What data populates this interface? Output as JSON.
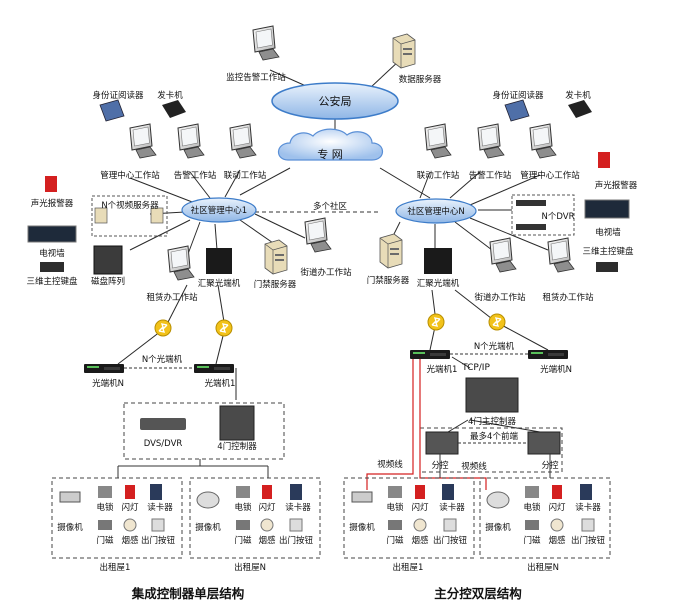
{
  "cloud_top": "公安局",
  "cloud_mid": "专 网",
  "top": {
    "monitor_station": "监控告警工作站",
    "data_server": "数据服务器"
  },
  "left_center": {
    "name": "社区管理中心1",
    "id_reader": "身份证阅读器",
    "card_reader": "发卡机",
    "mgmt_station": "管理中心工作站",
    "alarm_station": "告警工作站",
    "link_station": "联动工作站",
    "video_servers": "N个视频服务器",
    "alarm_light": "声光报警器",
    "tv_wall": "电视墙",
    "keyboard": "三维主控键盘",
    "disk_array": "磁盘阵列",
    "rental_station": "租赁办工作站",
    "optical_hub": "汇聚光端机",
    "door_server": "门禁服务器",
    "street_station": "街道办工作站",
    "multi_community": "多个社区"
  },
  "right_center": {
    "name": "社区管理中心N",
    "id_reader": "身份证阅读器",
    "card_reader": "发卡机",
    "link_station": "联动工作站",
    "alarm_station": "告警工作站",
    "mgmt_station": "管理中心工作站",
    "alarm_light": "声光报警器",
    "dvr": "N个DVR",
    "tv_wall": "电视墙",
    "keyboard": "三维主控键盘",
    "door_server": "门禁服务器",
    "optical_hub": "汇聚光端机",
    "street_station": "街道办工作站",
    "rental_station": "租赁办工作站"
  },
  "left_bottom": {
    "n_optical": "N个光端机",
    "optical_n": "光端机N",
    "optical_1": "光端机1",
    "dvs": "DVS/DVR",
    "controller": "4门控制器",
    "camera": "摄像机",
    "lock": "电锁",
    "flash": "闪灯",
    "reader": "读卡器",
    "magnet": "门磁",
    "smoke": "烟感",
    "exit_btn": "出门按钮",
    "house_1": "出租屋1",
    "house_n": "出租屋N",
    "title": "集成控制器单层结构"
  },
  "right_bottom": {
    "n_optical": "N个光端机",
    "optical_1": "光端机1",
    "optical_n": "光端机N",
    "tcpip": "TCP/IP",
    "main_controller": "4门主控制器",
    "max_front": "最多4个前端",
    "sub_ctrl_1": "分控",
    "sub_ctrl_2": "分控",
    "video_line_1": "视频线",
    "video_line_2": "视频线",
    "camera": "摄像机",
    "lock": "电锁",
    "flash": "闪灯",
    "reader": "读卡器",
    "magnet": "门磁",
    "smoke": "烟感",
    "exit_btn": "出门按钮",
    "house_1": "出租屋1",
    "house_n": "出租屋N",
    "title": "主分控双层结构"
  },
  "colors": {
    "cloud": "#5a8fd6",
    "cloud_light": "#dde9f8",
    "ellipse": "#3d7cc9",
    "link": "#2a2a2a",
    "video_line": "#d42020",
    "fiber": "#f2c21a"
  }
}
